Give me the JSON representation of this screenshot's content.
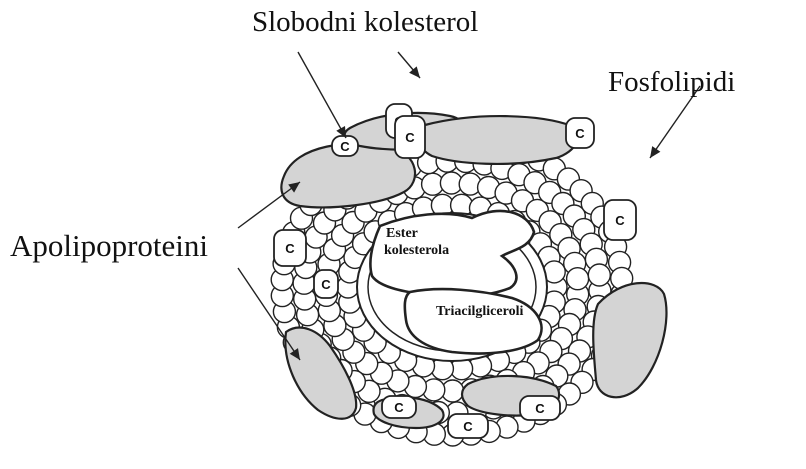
{
  "labels": {
    "free_cholesterol": "Slobodni kolesterol",
    "phospholipids": "Fosfolipidi",
    "apolipoproteins": "Apolipoproteini",
    "cholesterol_ester_line1": "Ester",
    "cholesterol_ester_line2": "kolesterola",
    "triacylglycerols": "Triacilgliceroli"
  },
  "cholesterol_marker": "C",
  "colors": {
    "background": "#ffffff",
    "protein_fill": "#d4d4d4",
    "line": "#222222"
  }
}
